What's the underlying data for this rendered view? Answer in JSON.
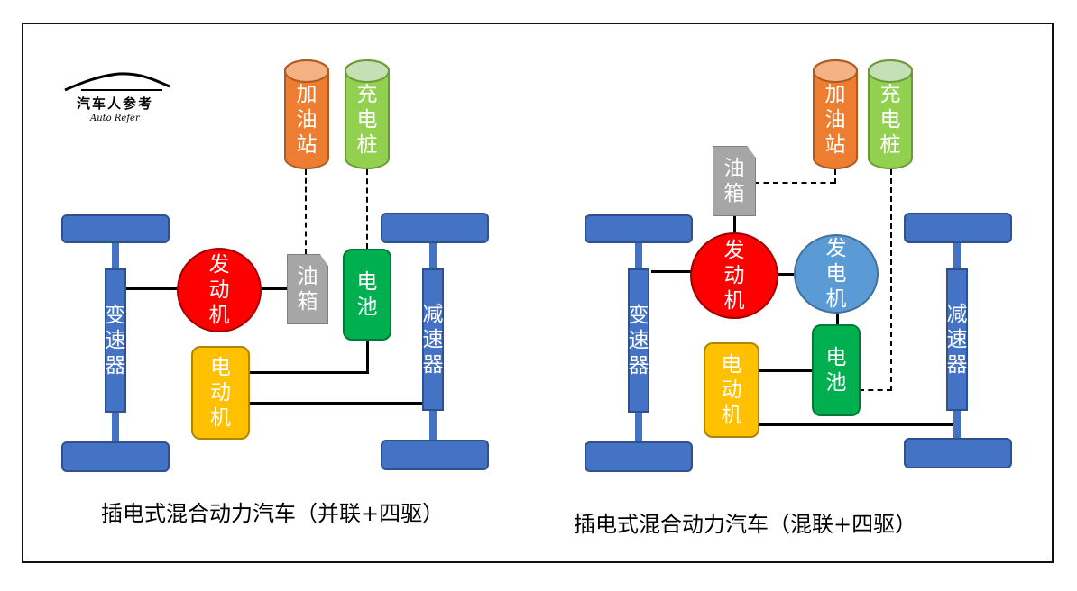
{
  "logo": {
    "name": "汽车人参考",
    "sub": "Auto Refer"
  },
  "left": {
    "caption": "插电式混合动力汽车（并联+四驱）",
    "transmission": [
      "变",
      "速",
      "器"
    ],
    "reducer": [
      "减",
      "速",
      "器"
    ],
    "engine": [
      "发",
      "动",
      "机"
    ],
    "tank": [
      "油",
      "箱"
    ],
    "battery": [
      "电",
      "池"
    ],
    "motor": [
      "电",
      "动",
      "机"
    ],
    "gas_station": [
      "加",
      "油",
      "站"
    ],
    "charger": [
      "充",
      "电",
      "桩"
    ]
  },
  "right": {
    "caption": "插电式混合动力汽车（混联+四驱）",
    "transmission": [
      "变",
      "速",
      "器"
    ],
    "reducer": [
      "减",
      "速",
      "器"
    ],
    "engine": [
      "发",
      "动",
      "机"
    ],
    "generator": [
      "发",
      "电",
      "机"
    ],
    "tank": [
      "油",
      "箱"
    ],
    "battery": [
      "电",
      "池"
    ],
    "motor": [
      "电",
      "动",
      "机"
    ],
    "gas_station": [
      "加",
      "油",
      "站"
    ],
    "charger": [
      "充",
      "电",
      "桩"
    ]
  },
  "colors": {
    "wheel": "#4472c4",
    "engine": "#ff0000",
    "generator": "#5b9bd5",
    "battery": "#00b050",
    "motor": "#ffc000",
    "tank": "#a6a6a6",
    "gas_station": "#ed7d31",
    "charger": "#92d050"
  }
}
